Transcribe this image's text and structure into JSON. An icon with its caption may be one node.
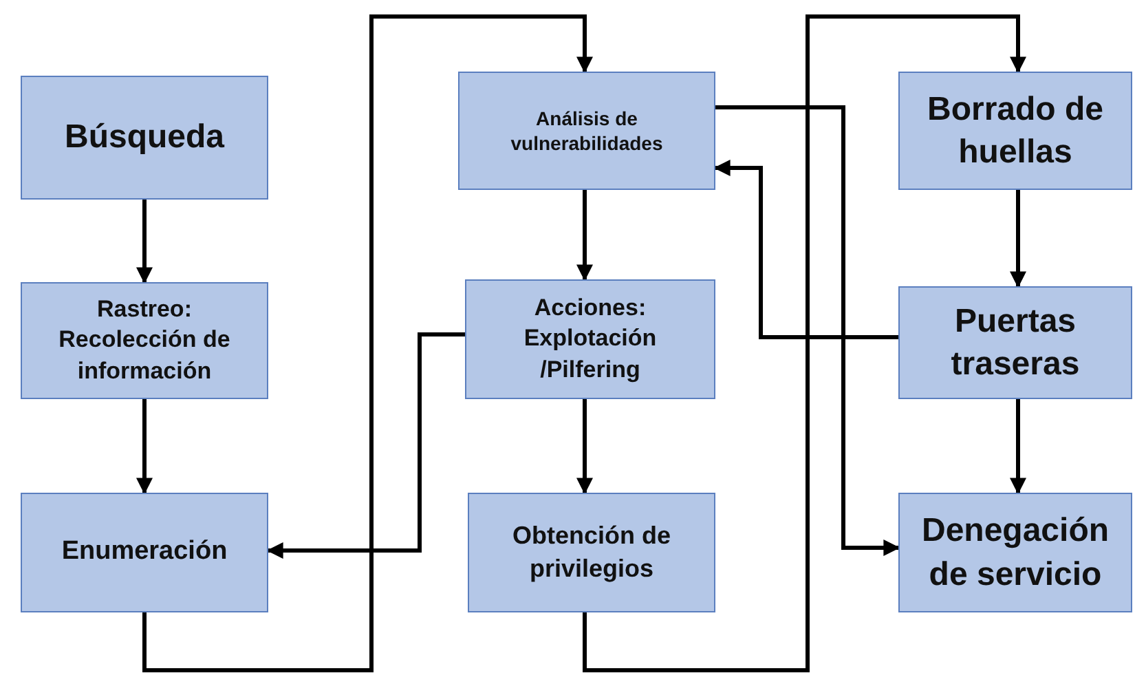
{
  "diagram": {
    "nodes": [
      {
        "text": [
          "Búsqueda"
        ]
      },
      {
        "text": [
          "Rastreo: Recolección de información"
        ]
      },
      {
        "text": [
          "Enumeración"
        ]
      },
      {
        "text": [
          "Análisis de vulnerabilidades"
        ]
      },
      {
        "text": [
          "Acciones: Explotación /Pilfering"
        ]
      },
      {
        "text": [
          "Obtención de privilegios"
        ]
      },
      {
        "text": [
          "Borrado de huellas"
        ]
      },
      {
        "text": [
          "Puertas traseras"
        ]
      },
      {
        "text": [
          "Denegación de servicio"
        ]
      }
    ],
    "edges": [
      {
        "from": 0,
        "to": 1,
        "arrow": "to"
      },
      {
        "from": 1,
        "to": 2,
        "arrow": "to"
      },
      {
        "from": 2,
        "to": 3,
        "arrow": "to"
      },
      {
        "from": 3,
        "to": 4,
        "arrow": "to"
      },
      {
        "from": 4,
        "to": 5,
        "arrow": "to"
      },
      {
        "from": 4,
        "to": 2,
        "arrow": "to"
      },
      {
        "from": 5,
        "to": 6,
        "arrow": "to"
      },
      {
        "from": 6,
        "to": 7,
        "arrow": "to"
      },
      {
        "from": 7,
        "to": 8,
        "arrow": "to"
      },
      {
        "from": 7,
        "to": 3,
        "arrow": "to"
      },
      {
        "from": 3,
        "to": 8,
        "arrow": "to"
      }
    ]
  }
}
